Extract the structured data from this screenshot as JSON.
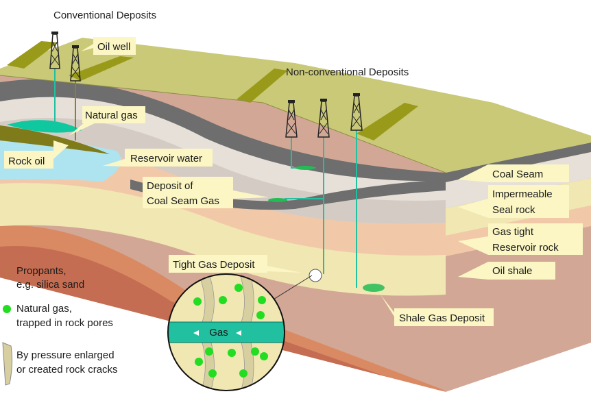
{
  "headings": {
    "conventional": "Conventional Deposits",
    "non_conventional": "Non-conventional Deposits"
  },
  "labels": {
    "oil_well": "Oil well",
    "natural_gas": "Natural gas",
    "rock_oil": "Rock oil",
    "reservoir_water": "Reservoir water",
    "coal_seam_gas_1": "Deposit of",
    "coal_seam_gas_2": "Coal Seam Gas",
    "tight_gas": "Tight Gas Deposit",
    "shale_gas": "Shale Gas Deposit",
    "gas": "Gas"
  },
  "layer_labels": {
    "coal_seam": "Coal Seam",
    "seal_rock_1": "Impermeable",
    "seal_rock_2": "Seal rock",
    "gas_tight_1": "Gas tight",
    "gas_tight_2": "Reservoir rock",
    "oil_shale": "Oil shale"
  },
  "legend": {
    "proppants_1": "Proppants,",
    "proppants_2": "e.g. silica sand",
    "natural_gas_1": "Natural gas,",
    "natural_gas_2": "trapped in rock pores",
    "cracks_1": "By pressure enlarged",
    "cracks_2": "or created rock cracks"
  },
  "colors": {
    "surface": "#c9c978",
    "surface_stripe": "#9a9a1a",
    "coal": "#6e6e6e",
    "gas_pipe": "#20c0a0",
    "natural_gas_dot": "#22dd22",
    "callout": "#fbf6c4",
    "water": "#aee3f0"
  },
  "icons": {
    "derrick": "oil-derrick-icon",
    "proppant": "proppant-icon",
    "gas_dot": "gas-dot-icon",
    "crack": "rock-crack-icon"
  }
}
